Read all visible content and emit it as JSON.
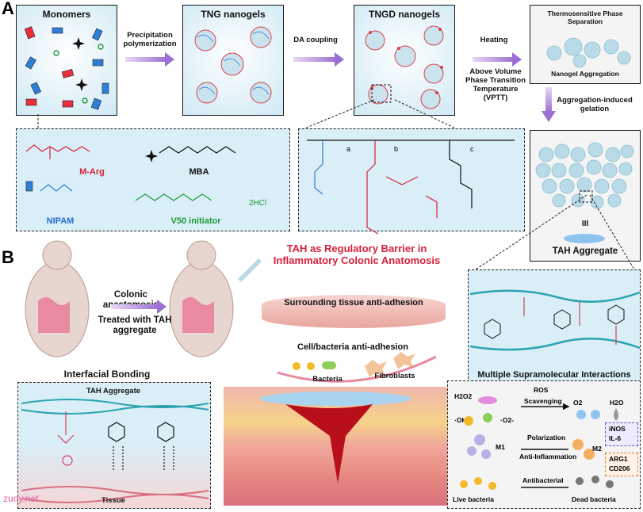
{
  "panel_a": {
    "letter": "A",
    "monomers_title": "Monomers",
    "arrow1": "Precipitation polymerization",
    "tng_title": "TNG nanogels",
    "arrow2": "DA coupling",
    "tngd_title": "TNGD nanogels",
    "arrow3": "Heating",
    "vptt": "Above Volume Phase Transition Temperature (VPTT)",
    "phase_title": "Thermosensitive Phase Separation",
    "phase_sub": "Nanogel Aggregation",
    "arrow4": "Aggregation-induced gelation",
    "aggregate_title": "TAH Aggregate",
    "aggregate_mark": "III",
    "chem": {
      "m_arg": "M-Arg",
      "mba": "MBA",
      "nipam": "NIPAM",
      "v50": "V50 initiator",
      "hcl": "2HCl",
      "a": "a",
      "b": "b",
      "c": "c",
      "star": "*"
    }
  },
  "panel_b": {
    "letter": "B",
    "headline": "TAH as Regulatory Barrier in Inflammatory Colonic Anatomosis",
    "anastomosis": "Colonic anastomosis",
    "treated": "Treated with TAH aggregate",
    "surrounding": "Surrounding tissue anti-adhesion",
    "cell_bacteria": "Cell/bacteria anti-adhesion",
    "bacteria": "Bacteria",
    "fibroblasts": "Fibroblasts",
    "interfacial_title": "Interfacial Bonding",
    "tah_label": "TAH Aggregate",
    "tissue_label": "Tissue",
    "supramolecular": "Multiple Supramolecular Interactions",
    "ros": "ROS",
    "ros_scav": "Scavenging",
    "h2o2": "H2O2",
    "oh": "·OH",
    "o2m": "·O2-",
    "o2": "O2",
    "h2o": "H2O",
    "m1": "M1",
    "m2": "M2",
    "polarization": "Polarization",
    "anti_inflam": "Anti-Inflammation",
    "inos": "iNOS",
    "il6": "IL-6",
    "arg1": "ARG1",
    "cd206": "CD206",
    "live": "Live bacteria",
    "antibacterial": "Antibacterial",
    "dead": "Dead bacteria"
  },
  "watermark": "zuoy.net"
}
